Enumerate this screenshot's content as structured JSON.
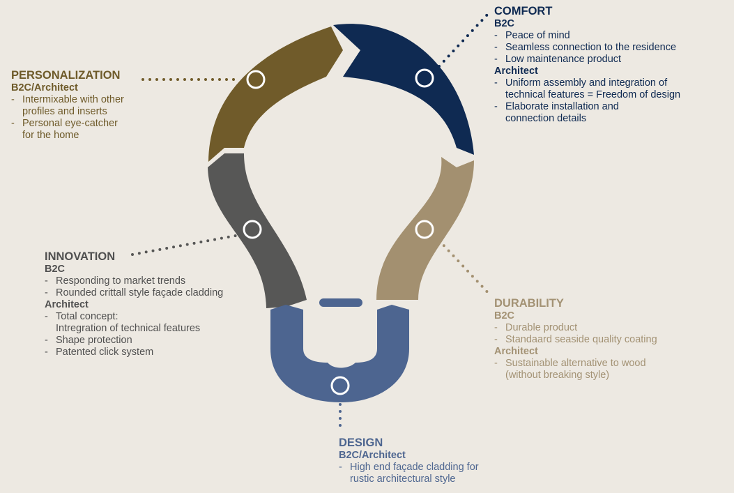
{
  "colors": {
    "personalization": "#705b2a",
    "comfort": "#0f2a52",
    "innovation": "#575756",
    "durability": "#a39070",
    "design": "#4d6590",
    "background": "#ede9e2"
  },
  "sections": {
    "personalization": {
      "title": "PERSONALIZATION",
      "groups": [
        {
          "heading": "B2C/Architect",
          "items": [
            "Intermixable with other\nprofiles and inserts",
            "Personal eye-catcher\nfor the home"
          ]
        }
      ]
    },
    "comfort": {
      "title": "COMFORT",
      "groups": [
        {
          "heading": "B2C",
          "items": [
            "Peace of mind",
            "Seamless connection to the residence",
            "Low maintenance product"
          ]
        },
        {
          "heading": "Architect",
          "items": [
            "Uniform assembly and integration of\ntechnical features = Freedom of design",
            "Elaborate installation and\nconnection details"
          ]
        }
      ]
    },
    "innovation": {
      "title": "INNOVATION",
      "groups": [
        {
          "heading": "B2C",
          "items": [
            "Responding to market trends",
            "Rounded crittall style façade cladding"
          ]
        },
        {
          "heading": "Architect",
          "items": [
            "Total concept:\nIntregration of technical features",
            "Shape protection",
            "Patented click system"
          ]
        }
      ]
    },
    "durability": {
      "title": "DURABILITY",
      "groups": [
        {
          "heading": "B2C",
          "items": [
            "Durable product",
            "Standaard seaside quality coating"
          ]
        },
        {
          "heading": "Architect",
          "items": [
            "Sustainable alternative to wood\n(without breaking style)"
          ]
        }
      ]
    },
    "design": {
      "title": "DESIGN",
      "groups": [
        {
          "heading": "B2C/Architect",
          "items": [
            "High end façade cladding for\nrustic architectural style"
          ]
        }
      ]
    }
  }
}
